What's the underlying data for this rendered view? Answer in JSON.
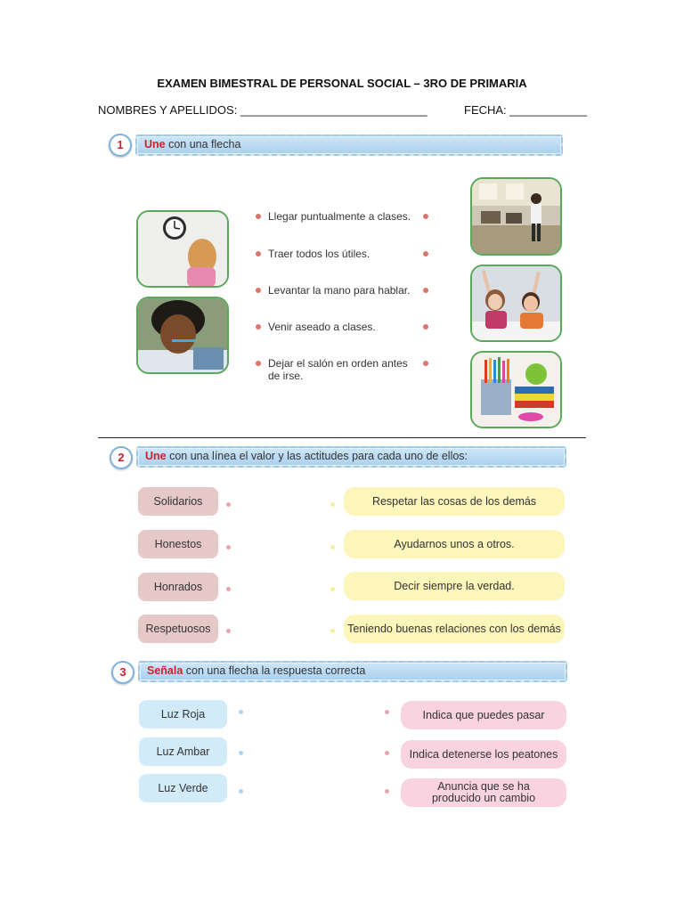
{
  "header": {
    "title": "EXAMEN BIMESTRAL DE PERSONAL SOCIAL – 3RO DE PRIMARIA",
    "names_line": "NOMBRES Y APELLIDOS: _____________________________",
    "date_line": "FECHA: ____________"
  },
  "section1": {
    "number": "1",
    "keyword": "Une",
    "instruction": " con una flecha",
    "items": [
      "Llegar puntualmente a clases.",
      "Traer todos los útiles.",
      "Levantar la mano para hablar.",
      "Venir aseado a clases.",
      "Dejar el salón en orden antes de irse."
    ]
  },
  "section2": {
    "number": "2",
    "keyword": "Une",
    "instruction": " con una línea el valor y las actitudes para cada uno de ellos:",
    "values": [
      "Solidarios",
      "Honestos",
      "Honrados",
      "Respetuosos"
    ],
    "attitudes": [
      "Respetar las cosas de los demás",
      "Ayudarnos unos a otros.",
      "Decir siempre la verdad.",
      "Teniendo buenas relaciones con los demás"
    ]
  },
  "section3": {
    "number": "3",
    "keyword": "Señala",
    "instruction": " con una flecha la respuesta correcta",
    "lights": [
      "Luz Roja",
      "Luz Ambar",
      "Luz Verde"
    ],
    "answers": [
      "Indica que puedes pasar",
      "Indica detenerse los peatones",
      "Anuncia que se ha producido un cambio"
    ]
  },
  "colors": {
    "banner": "#a9d0ef",
    "keyword": "#d0202b",
    "values_box": "#e5c8c7",
    "attitudes_box": "#fdf6ba",
    "lights_box": "#d2ebf9",
    "answers_box": "#f9d3df",
    "photo_border": "#5aa85a"
  }
}
